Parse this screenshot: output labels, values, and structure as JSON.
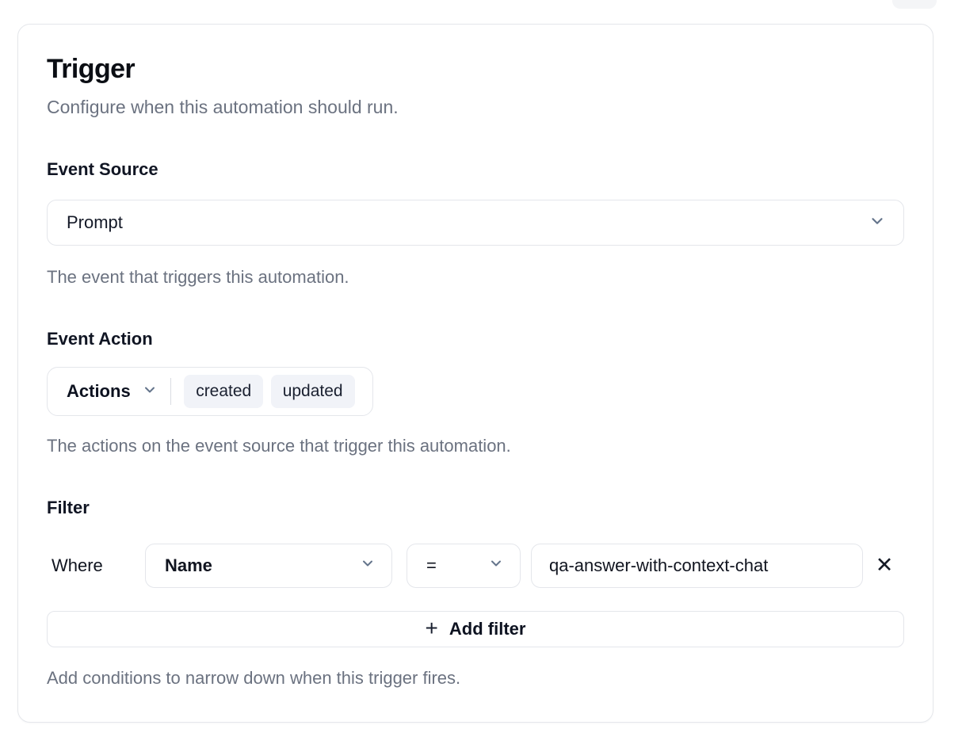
{
  "header": {
    "title": "Trigger",
    "subtitle": "Configure when this automation should run."
  },
  "event_source": {
    "label": "Event Source",
    "selected_value": "Prompt",
    "help": "The event that triggers this automation."
  },
  "event_action": {
    "label": "Event Action",
    "dropdown_label": "Actions",
    "tags": [
      "created",
      "updated"
    ],
    "help": "The actions on the event source that trigger this automation."
  },
  "filter": {
    "label": "Filter",
    "where_label": "Where",
    "field_selected": "Name",
    "operator_selected": "=",
    "value": "qa-answer-with-context-chat",
    "remove_icon": "✕",
    "add_plus": "+",
    "add_label": "Add filter",
    "help": "Add conditions to narrow down when this trigger fires."
  },
  "colors": {
    "card_border": "#e5e7eb",
    "control_border": "#e4e6eb",
    "tag_background": "#f1f3f8",
    "text_primary": "#0b0e14",
    "text_muted": "#6b7280",
    "chevron": "#64748b"
  }
}
